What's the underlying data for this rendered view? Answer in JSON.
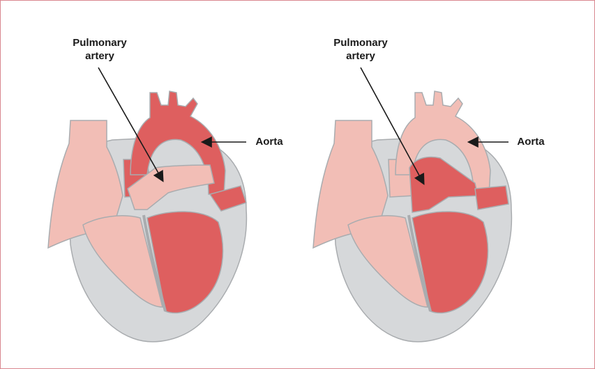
{
  "diagrams": [
    {
      "labels": {
        "pulmonary_line1": "Pulmonary",
        "pulmonary_line2": "artery",
        "aorta": "Aorta"
      }
    },
    {
      "labels": {
        "pulmonary_line1": "Pulmonary",
        "pulmonary_line2": "artery",
        "aorta": "Aorta"
      }
    }
  ],
  "colors": {
    "oxygen_poor": "#f2beb6",
    "oxygen_rich": "#de5f5f",
    "wall": "#d6d8da",
    "outline": "#a9acaf",
    "border": "#d9868f",
    "arrow": "#1a1a1a"
  }
}
